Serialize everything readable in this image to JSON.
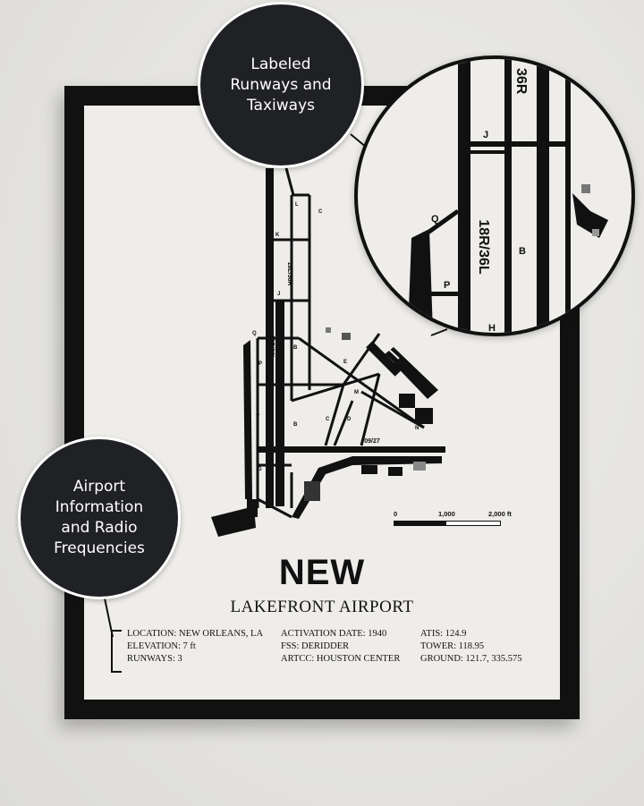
{
  "callouts": {
    "runways": [
      "Labeled",
      "Runways and",
      "Taxiways"
    ],
    "info": [
      "Airport",
      "Information",
      "and Radio",
      "Frequencies"
    ]
  },
  "poster": {
    "code": "NEW",
    "name": "LAKEFRONT AIRPORT",
    "col1": [
      "LOCATION: NEW ORLEANS, LA",
      "ELEVATION: 7 ft",
      "RUNWAYS: 3"
    ],
    "col2": [
      "ACTIVATION DATE: 1940",
      "FSS: DERIDDER",
      "ARTCC: HOUSTON CENTER"
    ],
    "col3": [
      "ATIS: 124.9",
      "TOWER: 118.95",
      "GROUND: 121.7, 335.575"
    ]
  },
  "scale": {
    "labels": [
      "0",
      "1,000",
      "2,000 ft"
    ]
  },
  "map_labels": {
    "runway_right": "18L/36R",
    "runway_left": "18R/36L",
    "runway_cross": "09/27",
    "taxiways": [
      "C",
      "L",
      "K",
      "J",
      "Q",
      "P",
      "B",
      "H",
      "E",
      "M",
      "D",
      "C",
      "N",
      "A",
      "B",
      "G",
      "F"
    ]
  },
  "zoom_labels": {
    "runway_right": "36R",
    "runway_left": "18R/36L",
    "taxiways": [
      "J",
      "Q",
      "B",
      "P",
      "H"
    ]
  },
  "colors": {
    "callout_bg": "#202124",
    "frame": "#111111",
    "paper": "#efedea",
    "wall": "#e7e6e3"
  }
}
